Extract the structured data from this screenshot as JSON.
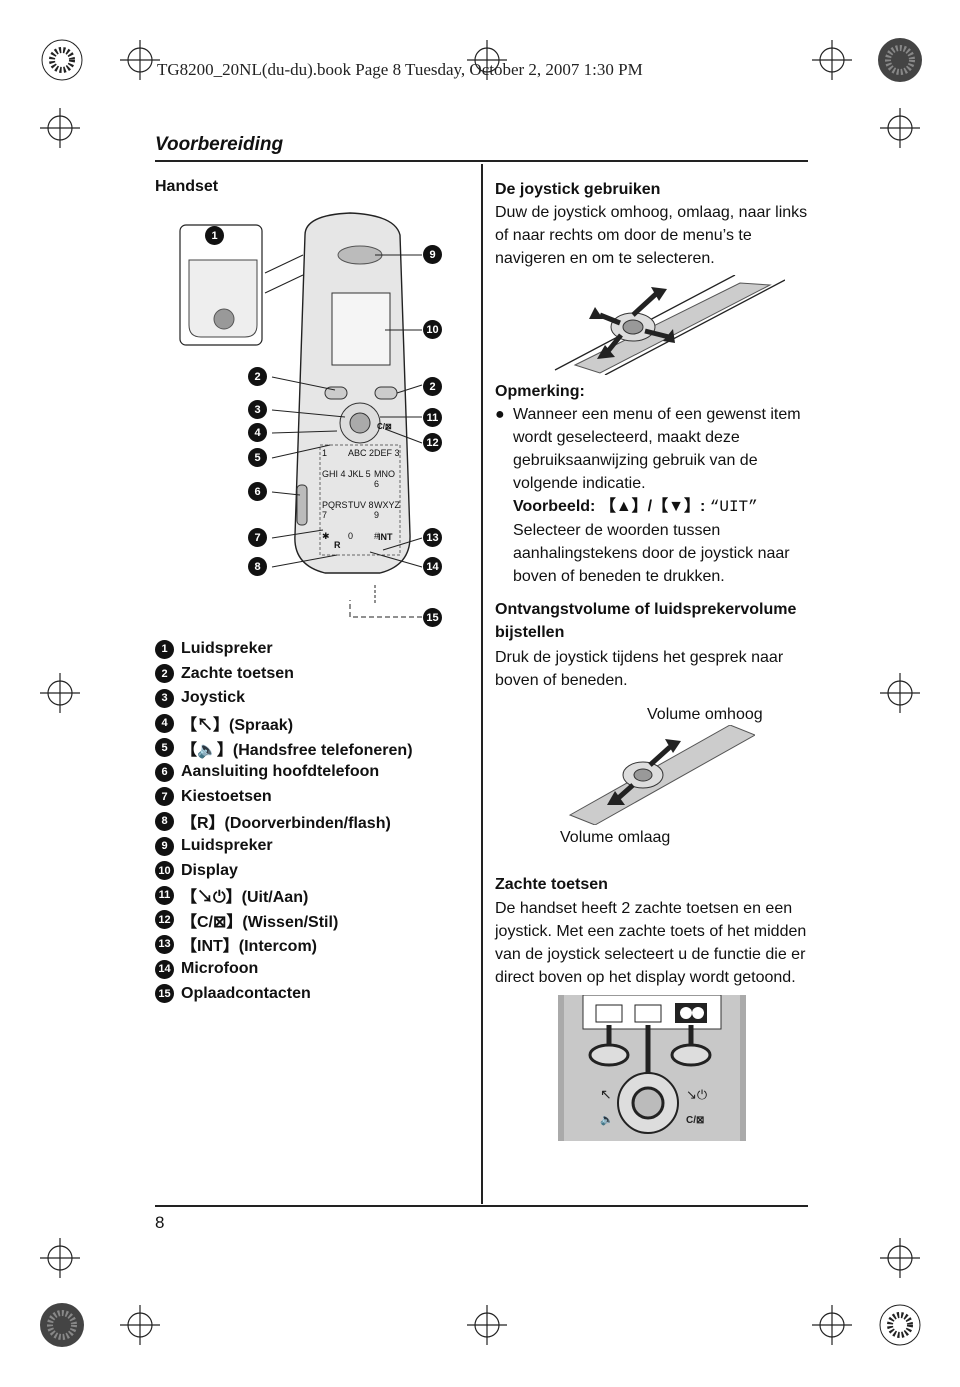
{
  "header": {
    "file_line": "TG8200_20NL(du-du).book  Page 8  Tuesday, October 2, 2007  1:30 PM"
  },
  "section_title": "Voorbereiding",
  "left": {
    "handset_label": "Handset",
    "callouts": [
      "1",
      "2",
      "2",
      "3",
      "4",
      "5",
      "6",
      "7",
      "8",
      "9",
      "10",
      "11",
      "12",
      "13",
      "14",
      "15"
    ],
    "items": [
      {
        "num": "1",
        "text": "Luidspreker"
      },
      {
        "num": "2",
        "text": "Zachte toetsen"
      },
      {
        "num": "3",
        "text": "Joystick"
      },
      {
        "num": "4",
        "text": "【↖】(Spraak)"
      },
      {
        "num": "5",
        "text": "【🔈】(Handsfree telefoneren)"
      },
      {
        "num": "6",
        "text": "Aansluiting hoofdtelefoon"
      },
      {
        "num": "7",
        "text": "Kiestoetsen"
      },
      {
        "num": "8",
        "text": "【R】(Doorverbinden/flash)"
      },
      {
        "num": "9",
        "text": "Luidspreker"
      },
      {
        "num": "10",
        "text": "Display"
      },
      {
        "num": "11",
        "text": "【↘⏻】(Uit/Aan)"
      },
      {
        "num": "12",
        "text": "【C/⊠】(Wissen/Stil)"
      },
      {
        "num": "13",
        "text": "【INT】(Intercom)"
      },
      {
        "num": "14",
        "text": "Microfoon"
      },
      {
        "num": "15",
        "text": "Oplaadcontacten"
      }
    ],
    "keypad": [
      "1",
      "ABC 2",
      "DEF 3",
      "GHI 4",
      "JKL 5",
      "MNO 6",
      "PQRS 7",
      "TUV 8",
      "WXYZ 9",
      "✱",
      "0",
      "#"
    ],
    "key_r": "R",
    "key_int": "INT",
    "key_c": "C/⊠"
  },
  "right": {
    "joystick_heading": "De joystick gebruiken",
    "joystick_text": [
      "Duw de joystick omhoog, omlaag, naar links",
      "of naar rechts om door de menu’s te",
      "navigeren en om te selecteren."
    ],
    "note_heading": "Opmerking:",
    "note_bullet": "●",
    "note_lines": [
      "Wanneer een menu of een gewenst item",
      "wordt geselecteerd, maakt deze",
      "gebruiksaanwijzing gebruik van de",
      "volgende indicatie."
    ],
    "example_label": "Voorbeeld:",
    "example_keys": "【▲】/【▼】:",
    "example_value": "“UIT”",
    "example_lines": [
      "Selecteer de woorden tussen",
      "aanhalingstekens door de joystick naar",
      "boven of beneden te drukken."
    ],
    "volume_heading": [
      "Ontvangstvolume of luidsprekervolume",
      "bijstellen"
    ],
    "volume_text": [
      "Druk de joystick tijdens het gesprek naar",
      "boven of beneden."
    ],
    "volume_up": "Volume omhoog",
    "volume_down": "Volume omlaag",
    "soft_heading": "Zachte toetsen",
    "soft_text": [
      "De handset heeft 2 zachte toetsen en een",
      "joystick. Met een zachte toets of het midden",
      "van de joystick selecteert u de functie die er",
      "direct boven op het display wordt getoond."
    ]
  },
  "footer": {
    "page_number": "8"
  }
}
